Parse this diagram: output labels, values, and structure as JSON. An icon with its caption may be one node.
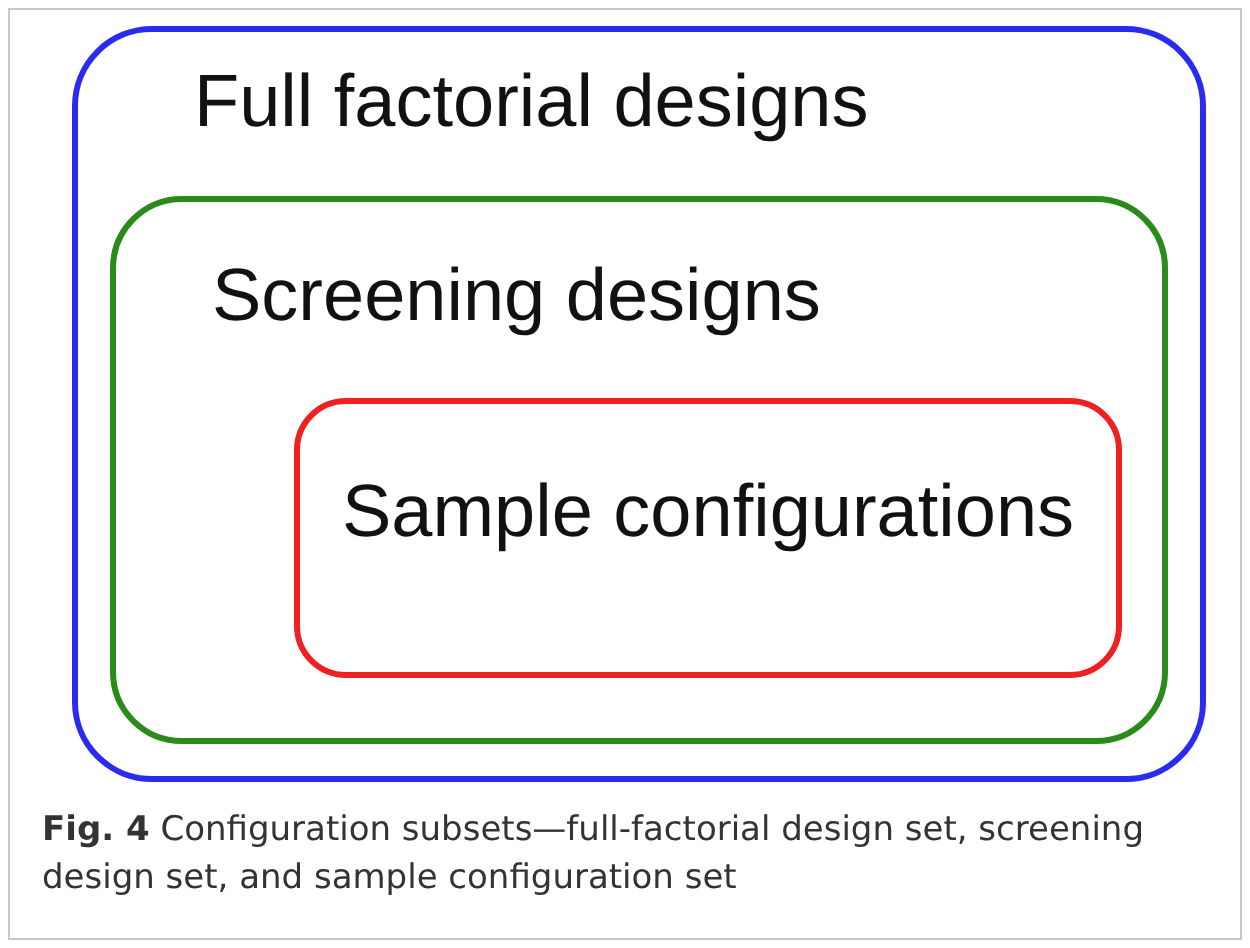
{
  "diagram": {
    "caption": "**Fig. 4** Configuration subsets—full-factorial design set, screening design set, and sample configuration set",
    "nodes": [
      {
        "text": [
          "Full factorial designs"
        ]
      },
      {
        "text": [
          "Screening designs"
        ],
        "in": 0
      },
      {
        "text": [
          "Sample configurations"
        ],
        "in": 1
      }
    ]
  }
}
